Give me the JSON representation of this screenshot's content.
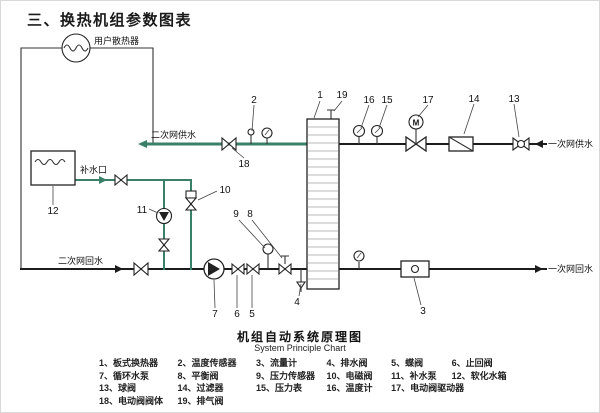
{
  "title": "三、换热机组参数图表",
  "diagram": {
    "labels": {
      "radiator": "用户散热器",
      "makeup_port": "补水口",
      "secondary_supply": "二次网供水",
      "secondary_return": "二次网回水",
      "primary_supply": "一次网供水",
      "primary_return": "一次网回水",
      "motor_letter": "M"
    },
    "callouts": {
      "n1": "1",
      "n2": "2",
      "n3": "3",
      "n4": "4",
      "n5": "5",
      "n6": "6",
      "n7": "7",
      "n8": "8",
      "n9": "9",
      "n10": "10",
      "n11": "11",
      "n12": "12",
      "n13": "13",
      "n14": "14",
      "n15": "15",
      "n16": "16",
      "n17": "17",
      "n18": "18",
      "n19": "19"
    },
    "colors": {
      "secondary_pipe": "#3a8068",
      "primary_pipe": "#1c1c1c"
    }
  },
  "footer": {
    "title_cn": "机组自动系统原理图",
    "title_en": "System Principle Chart"
  },
  "legend": {
    "rows": [
      [
        "1、板式换热器",
        "2、温度传感器",
        "3、流量计",
        "4、排水阀",
        "5、蝶阀",
        "6、止回阀"
      ],
      [
        "7、循环水泵",
        "8、平衡阀",
        "9、压力传感器",
        "10、电磁阀",
        "11、补水泵",
        "12、软化水箱"
      ],
      [
        "13、球阀",
        "14、过滤器",
        "15、压力表",
        "16、温度计",
        "17、电动阀驱动器"
      ],
      [
        "18、电动阀阀体",
        "19、排气阀"
      ]
    ]
  }
}
